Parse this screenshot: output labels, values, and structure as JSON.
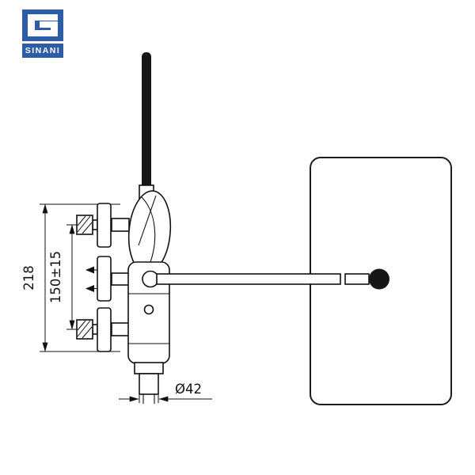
{
  "logo": {
    "brand": "SINANI"
  },
  "dimensions": {
    "total_height": "218",
    "adjustable_height": "150±15",
    "pipe_diameter": "Ø42"
  },
  "colors": {
    "brand_blue": "#2e5ca6",
    "line": "#111111",
    "background": "#ffffff"
  }
}
